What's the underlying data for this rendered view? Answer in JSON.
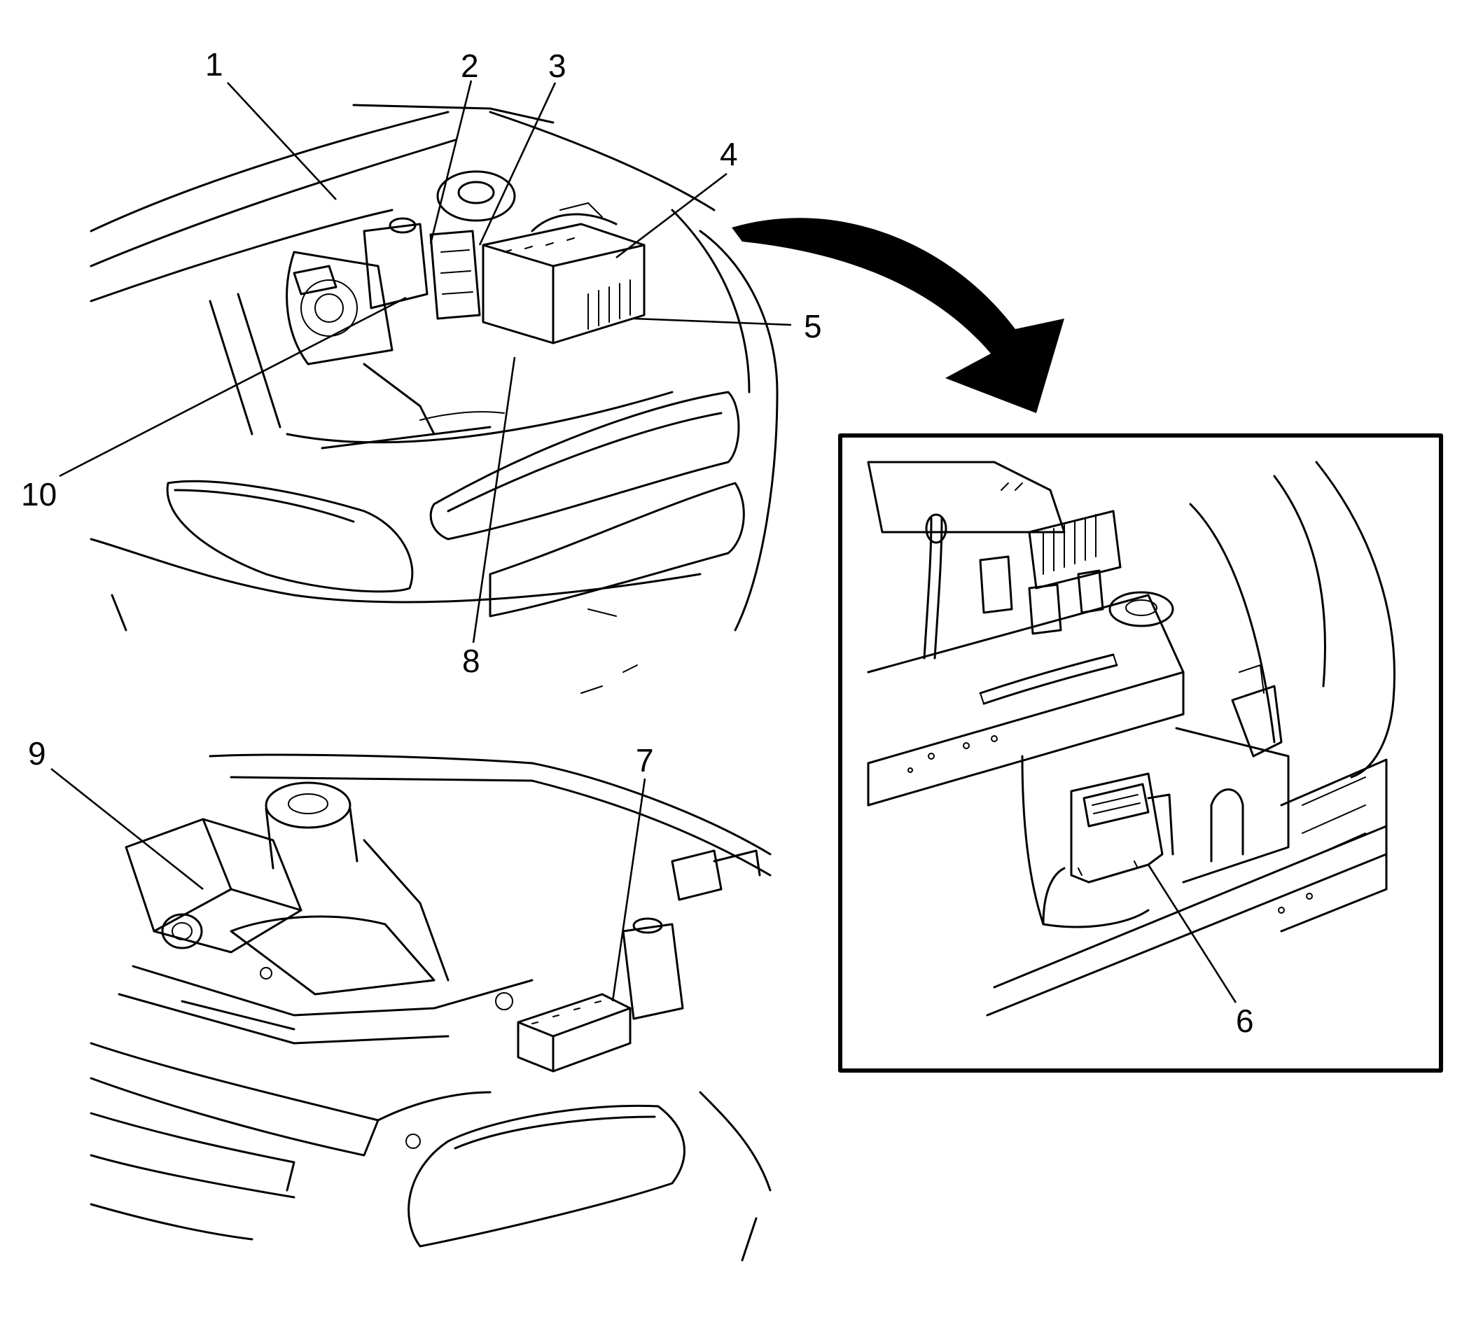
{
  "callouts": [
    "1",
    "2",
    "3",
    "4",
    "5",
    "6",
    "7",
    "8",
    "9",
    "10"
  ],
  "icons": {
    "transition_arrow": "curved-arrow-icon"
  },
  "colors": {
    "ink": "#000000",
    "paper": "#ffffff"
  }
}
